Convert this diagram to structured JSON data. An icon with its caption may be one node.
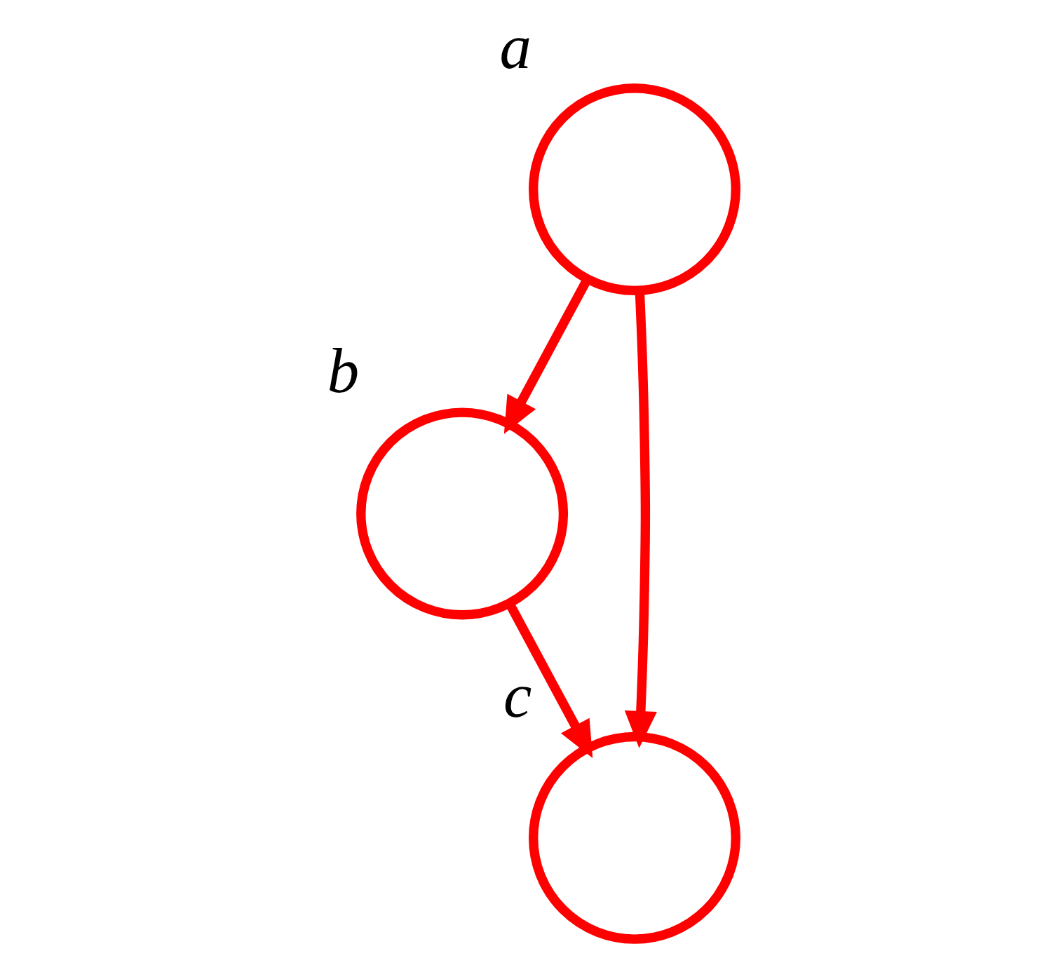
{
  "diagram": {
    "nodes": [
      {
        "text": [],
        "shape": "circle",
        "beside": [
          "a"
        ]
      },
      {
        "text": [],
        "shape": "circle",
        "beside": [
          "b"
        ]
      },
      {
        "text": [],
        "shape": "circle",
        "beside": [
          "c"
        ]
      }
    ],
    "edges": [
      {
        "from": 0,
        "to": 1,
        "arrow": "to"
      },
      {
        "from": 0,
        "to": 2,
        "arrow": "to"
      },
      {
        "from": 1,
        "to": 2,
        "arrow": "to"
      }
    ]
  }
}
